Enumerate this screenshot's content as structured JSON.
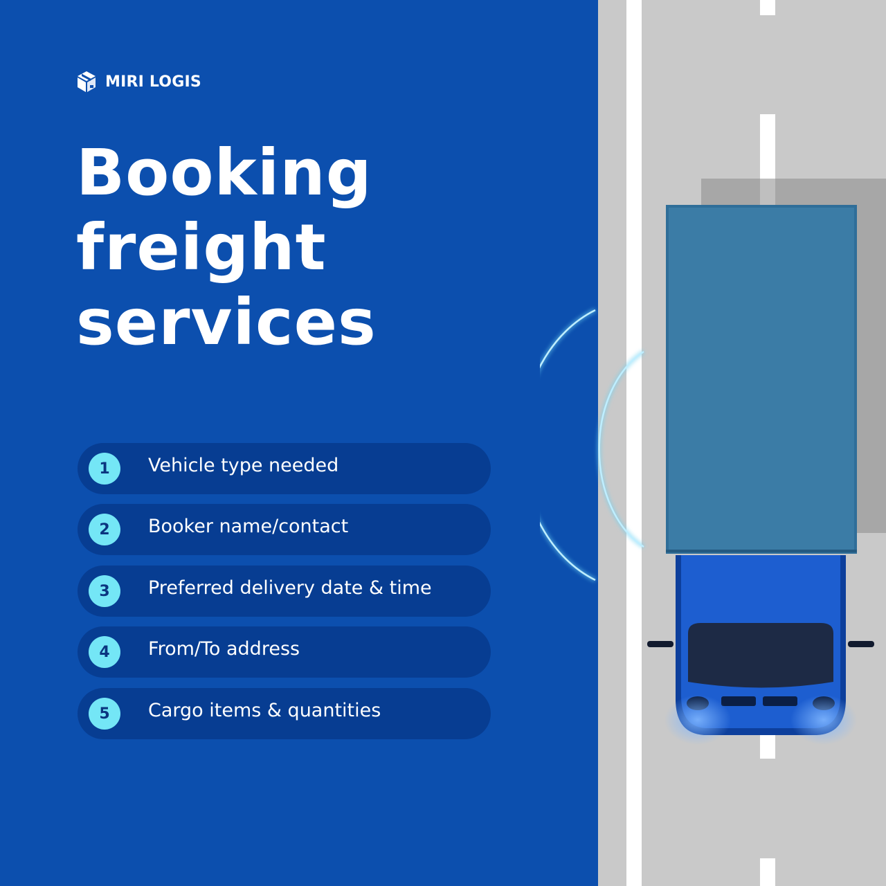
{
  "brand": {
    "name": "MIRI LOGIS",
    "icon": "box-icon"
  },
  "headline": {
    "line1": "Booking",
    "line2": "freight",
    "line3": "services"
  },
  "steps": [
    {
      "number": "1",
      "label": "Vehicle type needed"
    },
    {
      "number": "2",
      "label": "Booker name/contact"
    },
    {
      "number": "3",
      "label": "Preferred delivery date & time"
    },
    {
      "number": "4",
      "label": "From/To address"
    },
    {
      "number": "5",
      "label": "Cargo items & quantities"
    }
  ],
  "colors": {
    "background": "#0c4fae",
    "pill": "#073d92",
    "badge": "#74e6f6",
    "road": "#c9c9c9",
    "truck_body": "#3a7aa3",
    "truck_cab": "#1a5cc7"
  },
  "illustration": {
    "subject": "truck-top-view",
    "icon": "truck-icon"
  }
}
